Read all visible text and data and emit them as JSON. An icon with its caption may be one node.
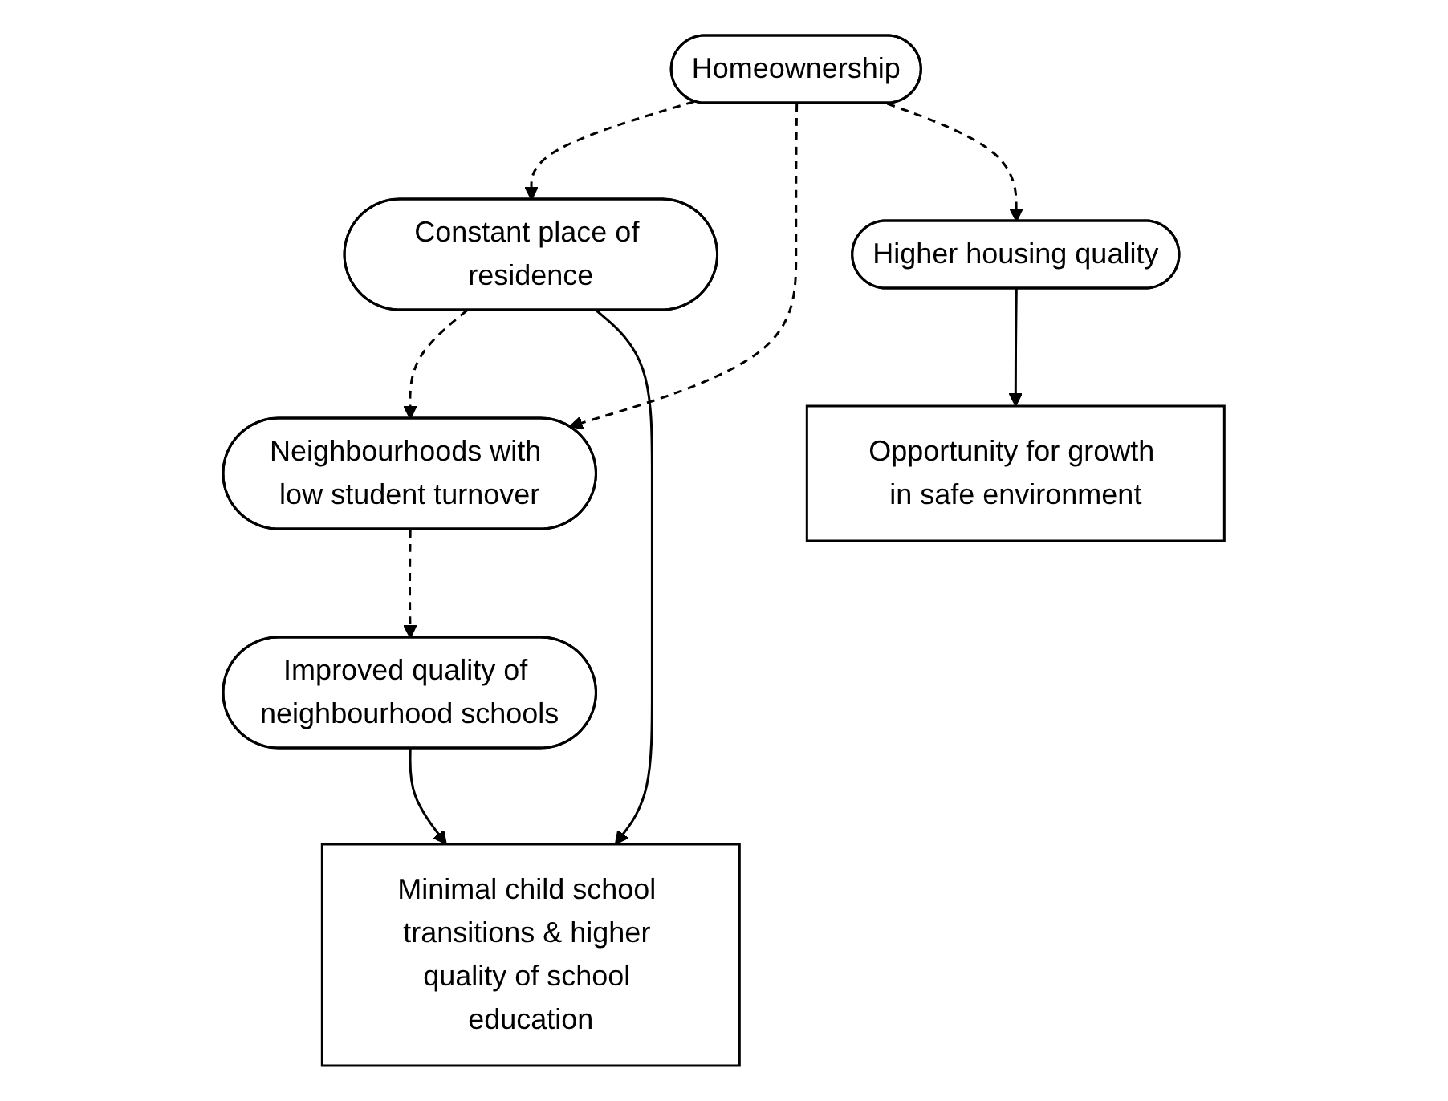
{
  "diagram": {
    "nodes": [
      {
        "text": [
          "Homeownership"
        ]
      },
      {
        "text": [
          "Constant place of residence"
        ]
      },
      {
        "text": [
          "Neighbourhoods with low student turnover"
        ]
      },
      {
        "text": [
          "Higher housing quality"
        ]
      },
      {
        "text": [
          "Improved quality of neighbourhood schools"
        ]
      },
      {
        "text": [
          "Opportunity for growth in safe environment"
        ]
      },
      {
        "text": [
          "Minimal child school transitions & higher quality of school education"
        ]
      }
    ],
    "edges": [
      {
        "from": 0,
        "to": 1,
        "arrow": "to",
        "style": "dashed"
      },
      {
        "from": 0,
        "to": 2,
        "arrow": "to",
        "style": "dashed"
      },
      {
        "from": 0,
        "to": 3,
        "arrow": "to",
        "style": "dashed"
      },
      {
        "from": 1,
        "to": 2,
        "arrow": "to",
        "style": "dashed"
      },
      {
        "from": 2,
        "to": 4,
        "arrow": "to",
        "style": "dashed"
      },
      {
        "from": 3,
        "to": 5,
        "arrow": "to"
      },
      {
        "from": 1,
        "to": 6,
        "arrow": "to"
      },
      {
        "from": 4,
        "to": 6,
        "arrow": "to"
      }
    ]
  }
}
